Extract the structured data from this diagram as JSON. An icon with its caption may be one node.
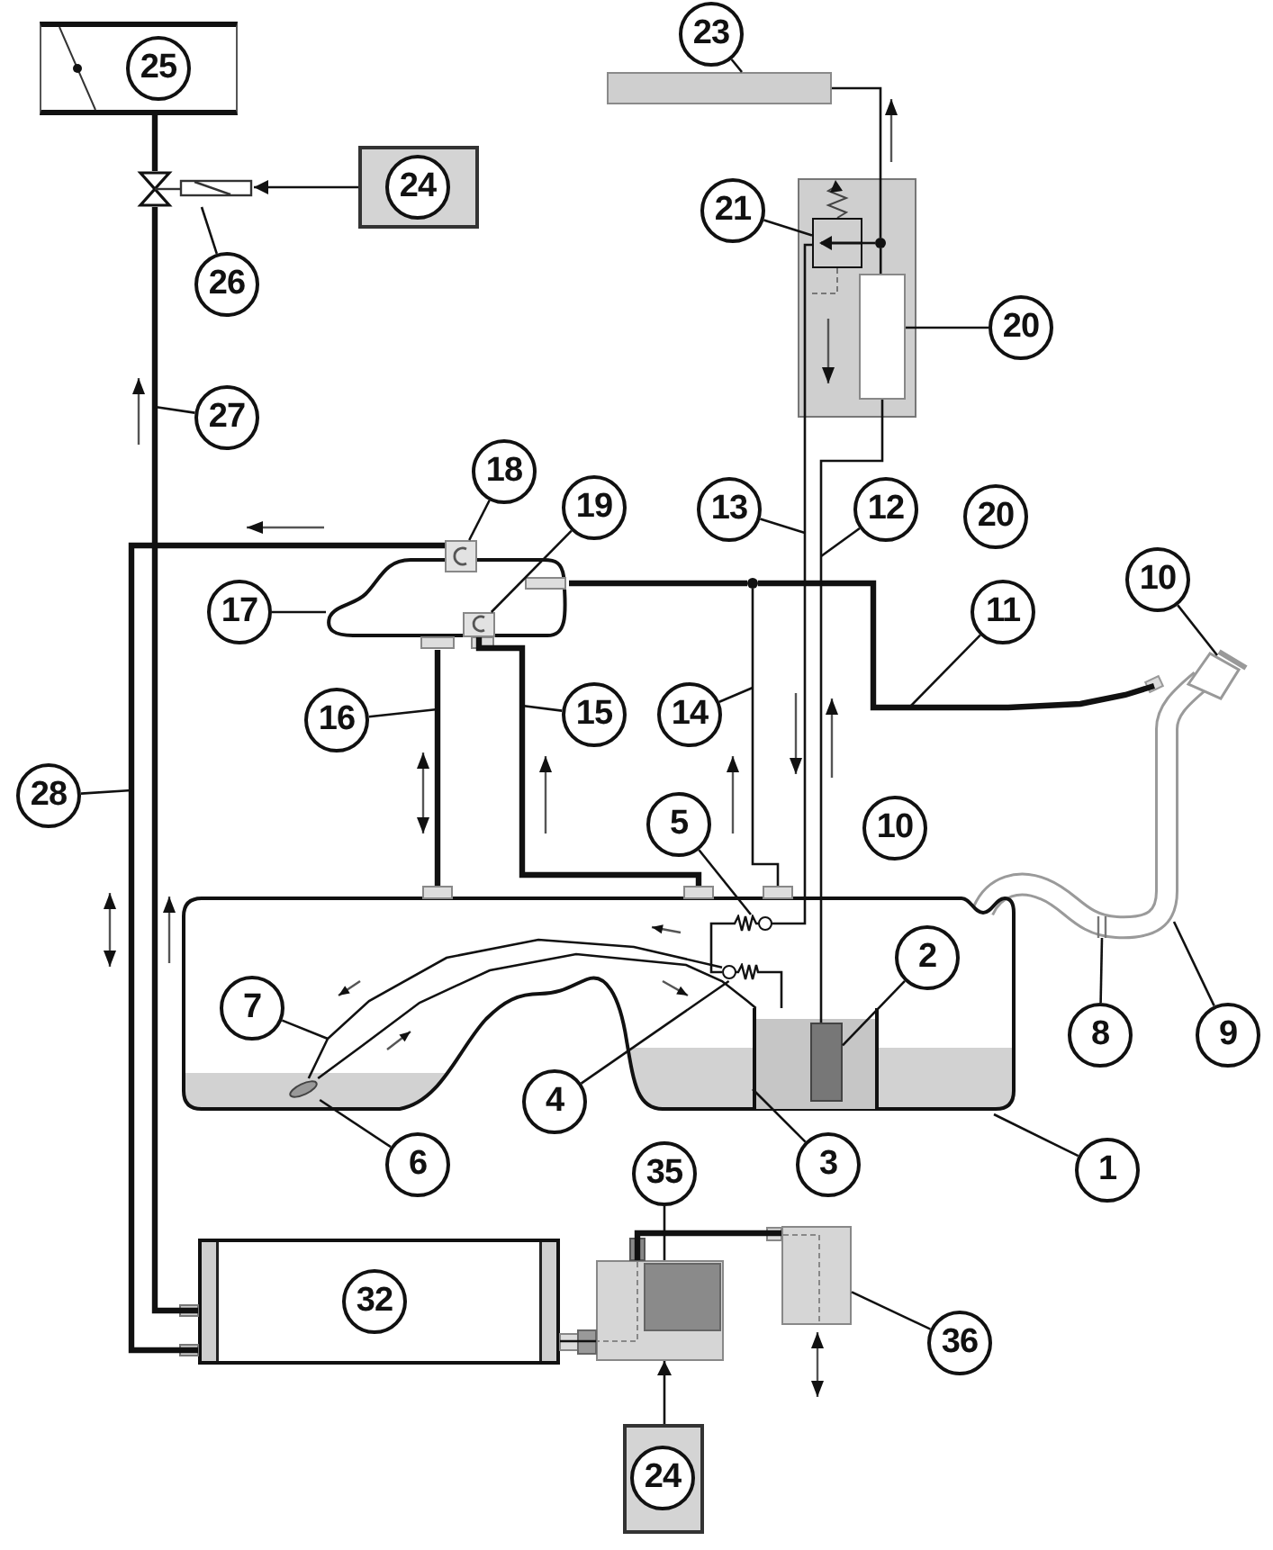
{
  "diagram": {
    "nodes": [
      {
        "text": [
          "25"
        ]
      },
      {
        "text": [
          "23"
        ]
      },
      {
        "text": [],
        "shape": "box"
      },
      {
        "text": [
          "24"
        ]
      },
      {
        "text": [],
        "shape": "picture"
      },
      {
        "text": [],
        "shape": "box"
      },
      {
        "text": [
          "21"
        ]
      },
      {
        "text": [],
        "shape": "box",
        "in": 5
      },
      {
        "text": [],
        "shape": "circle",
        "in": 5
      },
      {
        "text": [],
        "shape": "box",
        "in": 5
      },
      {
        "text": [
          "26"
        ]
      },
      {
        "text": [
          "20"
        ]
      },
      {
        "text": [
          "27"
        ]
      },
      {
        "text": [
          "18"
        ]
      },
      {
        "text": [
          "19"
        ]
      },
      {
        "text": [
          "13"
        ]
      },
      {
        "text": [
          "12"
        ]
      },
      {
        "text": [
          "20"
        ]
      },
      {
        "text": [],
        "shape": "picture"
      },
      {
        "text": [],
        "shape": "box",
        "in": 18
      },
      {
        "text": [
          "10"
        ]
      },
      {
        "text": [],
        "shape": "circle"
      },
      {
        "text": [
          "17"
        ]
      },
      {
        "text": [],
        "shape": "box",
        "in": 18
      },
      {
        "text": [
          "11"
        ]
      },
      {
        "text": [],
        "shape": "picture"
      },
      {
        "text": [
          "16"
        ]
      },
      {
        "text": [
          "15"
        ]
      },
      {
        "text": [
          "14"
        ]
      },
      {
        "text": [
          "28"
        ]
      },
      {
        "text": [
          "5"
        ]
      },
      {
        "text": [
          "10"
        ]
      },
      {
        "text": [],
        "shape": "picture"
      },
      {
        "text": [],
        "shape": "picture",
        "in": 32
      },
      {
        "text": [
          "2"
        ],
        "in": 32
      },
      {
        "text": [],
        "shape": "picture",
        "in": 32
      },
      {
        "text": [
          "7"
        ],
        "in": 32
      },
      {
        "text": [],
        "shape": "box",
        "in": 32
      },
      {
        "text": [],
        "shape": "box",
        "in": 37
      },
      {
        "text": [
          "8"
        ]
      },
      {
        "text": [
          "9"
        ]
      },
      {
        "text": [],
        "shape": "picture",
        "in": 32
      },
      {
        "text": [
          "4"
        ]
      },
      {
        "text": [
          "6"
        ]
      },
      {
        "text": [
          "3"
        ]
      },
      {
        "text": [
          "1"
        ]
      },
      {
        "text": [
          "35"
        ]
      },
      {
        "text": [
          "32"
        ]
      },
      {
        "text": [],
        "shape": "box"
      },
      {
        "text": [],
        "shape": "box"
      },
      {
        "text": [
          "36"
        ]
      },
      {
        "text": [
          "24"
        ]
      }
    ],
    "edges": [
      {
        "from": 3,
        "to": 4,
        "arrow": "to"
      },
      {
        "from": 47,
        "to": 4,
        "arrow": "none",
        "style": "thick"
      },
      {
        "from": 4,
        "to": 0,
        "arrow": "none",
        "style": "thick"
      },
      {
        "from": 47,
        "to": 19,
        "arrow": "none",
        "style": "thick"
      },
      {
        "from": 47,
        "to": 48,
        "arrow": "none"
      },
      {
        "from": 48,
        "to": 49,
        "arrow": "none",
        "style": "thick"
      },
      {
        "from": 51,
        "to": 48,
        "arrow": "to"
      },
      {
        "from": 18,
        "to": 21,
        "arrow": "none",
        "style": "thick"
      },
      {
        "from": 21,
        "to": 25,
        "arrow": "none",
        "style": "thick"
      },
      {
        "from": 21,
        "to": 32,
        "arrow": "none"
      },
      {
        "from": 18,
        "to": 32,
        "arrow": "none",
        "style": "thick"
      },
      {
        "from": 23,
        "to": 32,
        "arrow": "none",
        "style": "thick"
      },
      {
        "from": 38,
        "to": 9,
        "arrow": "none"
      },
      {
        "from": 7,
        "to": 33,
        "arrow": "none"
      },
      {
        "from": 7,
        "to": 8,
        "arrow": "none"
      },
      {
        "from": 9,
        "to": 8,
        "arrow": "none"
      },
      {
        "from": 8,
        "to": 2,
        "arrow": "none"
      },
      {
        "from": 33,
        "to": 35,
        "arrow": "none"
      },
      {
        "from": 35,
        "to": 37,
        "arrow": "none"
      },
      {
        "from": 35,
        "to": 41,
        "arrow": "none"
      },
      {
        "from": 41,
        "to": 37,
        "arrow": "none"
      },
      {
        "from": 1,
        "to": 2,
        "arrow": "none"
      },
      {
        "from": 6,
        "to": 7,
        "arrow": "none"
      },
      {
        "from": 10,
        "to": 4,
        "arrow": "none"
      },
      {
        "from": 11,
        "to": 9,
        "arrow": "none"
      },
      {
        "from": 12,
        "to": null,
        "arrow": "none"
      },
      {
        "from": 13,
        "to": 19,
        "arrow": "none"
      },
      {
        "from": 14,
        "to": 23,
        "arrow": "none"
      },
      {
        "from": 15,
        "to": null,
        "arrow": "none"
      },
      {
        "from": 16,
        "to": null,
        "arrow": "none"
      },
      {
        "from": 20,
        "to": 25,
        "arrow": "none"
      },
      {
        "from": 22,
        "to": 18,
        "arrow": "none"
      },
      {
        "from": 24,
        "to": null,
        "arrow": "none"
      },
      {
        "from": 26,
        "to": null,
        "arrow": "none"
      },
      {
        "from": 27,
        "to": null,
        "arrow": "none"
      },
      {
        "from": 28,
        "to": null,
        "arrow": "none"
      },
      {
        "from": 29,
        "to": null,
        "arrow": "none"
      },
      {
        "from": 30,
        "to": 33,
        "arrow": "none"
      },
      {
        "from": 34,
        "to": 38,
        "arrow": "none"
      },
      {
        "from": 36,
        "to": null,
        "arrow": "none"
      },
      {
        "from": 39,
        "to": 25,
        "arrow": "none"
      },
      {
        "from": 40,
        "to": 25,
        "arrow": "none"
      },
      {
        "from": 42,
        "to": 35,
        "arrow": "none"
      },
      {
        "from": 43,
        "to": 41,
        "arrow": "none"
      },
      {
        "from": 44,
        "to": 37,
        "arrow": "none"
      },
      {
        "from": 45,
        "to": 32,
        "arrow": "none"
      },
      {
        "from": 46,
        "to": 48,
        "arrow": "none"
      },
      {
        "from": 50,
        "to": 49,
        "arrow": "none"
      }
    ]
  }
}
